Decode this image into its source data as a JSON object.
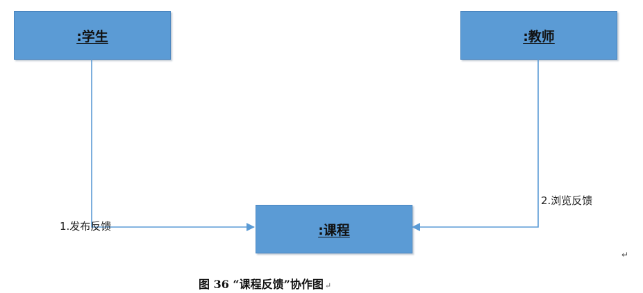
{
  "objects": {
    "student": ":学生",
    "teacher": ":教师",
    "course": ":课程"
  },
  "messages": {
    "publish": "1.发布反馈",
    "browse": "2.浏览反馈"
  },
  "caption": {
    "text": "图 36 “课程反馈”协作图",
    "para_mark": "↵"
  },
  "colors": {
    "box_fill": "#5b9bd5",
    "line": "#5b9bd5"
  }
}
